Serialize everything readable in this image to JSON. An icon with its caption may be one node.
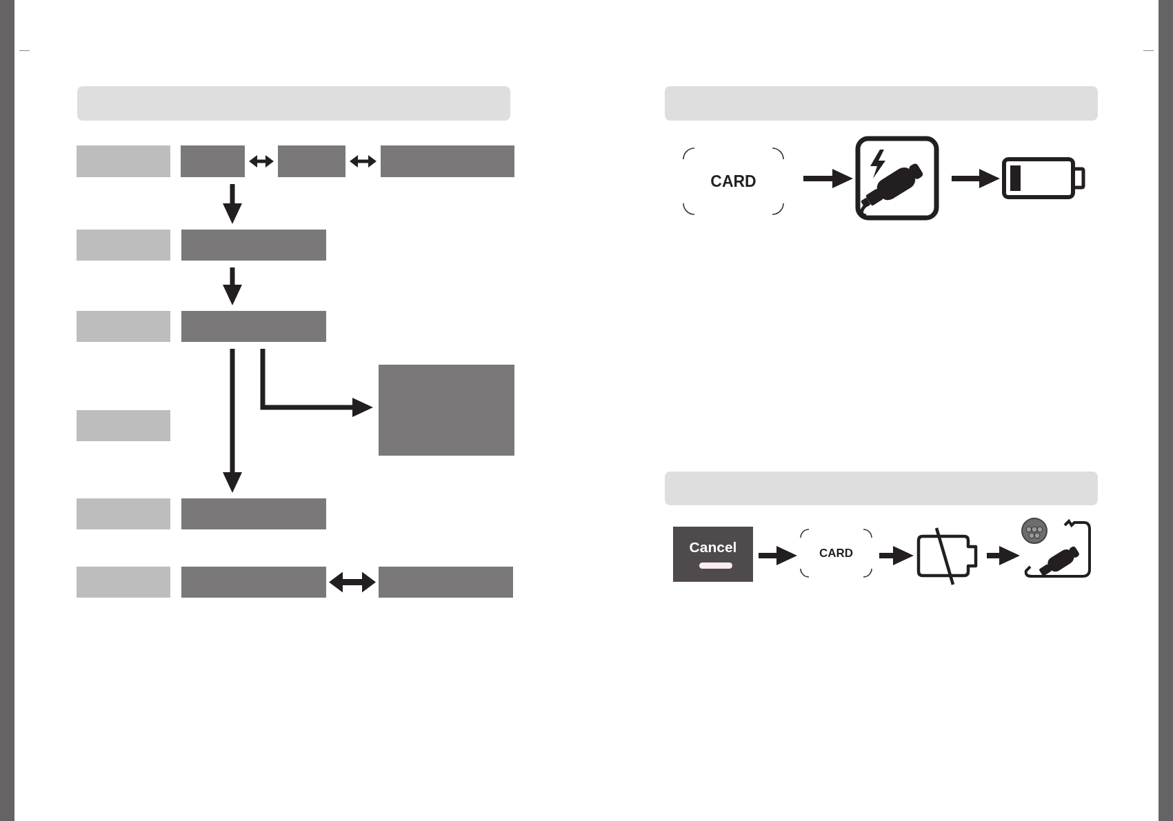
{
  "diagram": {
    "nodes": [
      {
        "text": [],
        "shape": "bar"
      },
      {
        "text": [],
        "shape": "box"
      },
      {
        "text": [],
        "shape": "box"
      },
      {
        "text": [],
        "shape": "box"
      },
      {
        "text": [],
        "shape": "box"
      },
      {
        "text": [],
        "shape": "box"
      },
      {
        "text": [],
        "shape": "box"
      },
      {
        "text": [],
        "shape": "box"
      },
      {
        "text": [],
        "shape": "box"
      },
      {
        "text": [],
        "shape": "box"
      },
      {
        "text": [],
        "shape": "box"
      },
      {
        "text": [],
        "shape": "box"
      },
      {
        "text": [],
        "shape": "box"
      },
      {
        "text": [],
        "shape": "box"
      },
      {
        "text": [],
        "shape": "box"
      },
      {
        "text": [],
        "shape": "box"
      },
      {
        "text": [],
        "shape": "bar"
      },
      {
        "text": [
          "CARD"
        ]
      },
      {
        "text": [],
        "shape": "picture"
      },
      {
        "text": [],
        "shape": "picture"
      },
      {
        "text": [],
        "shape": "bar"
      },
      {
        "text": [
          "Cancel"
        ]
      },
      {
        "text": [
          "CARD"
        ]
      },
      {
        "text": [],
        "shape": "picture"
      },
      {
        "text": [],
        "shape": "picture"
      }
    ],
    "edges": [
      {
        "from": 2,
        "to": 3,
        "arrow": "both"
      },
      {
        "from": 3,
        "to": 4,
        "arrow": "both"
      },
      {
        "from": 2,
        "to": 6,
        "arrow": "to"
      },
      {
        "from": 6,
        "to": 8,
        "arrow": "to"
      },
      {
        "from": 8,
        "to": 9,
        "arrow": "to"
      },
      {
        "from": 8,
        "to": 12,
        "arrow": "to"
      },
      {
        "from": 14,
        "to": 15,
        "arrow": "both"
      },
      {
        "from": 17,
        "to": 18,
        "arrow": "to"
      },
      {
        "from": 18,
        "to": 19,
        "arrow": "to"
      },
      {
        "from": 21,
        "to": 22,
        "arrow": "to"
      },
      {
        "from": 22,
        "to": 23,
        "arrow": "to"
      },
      {
        "from": 23,
        "to": 24,
        "arrow": "to"
      }
    ]
  }
}
